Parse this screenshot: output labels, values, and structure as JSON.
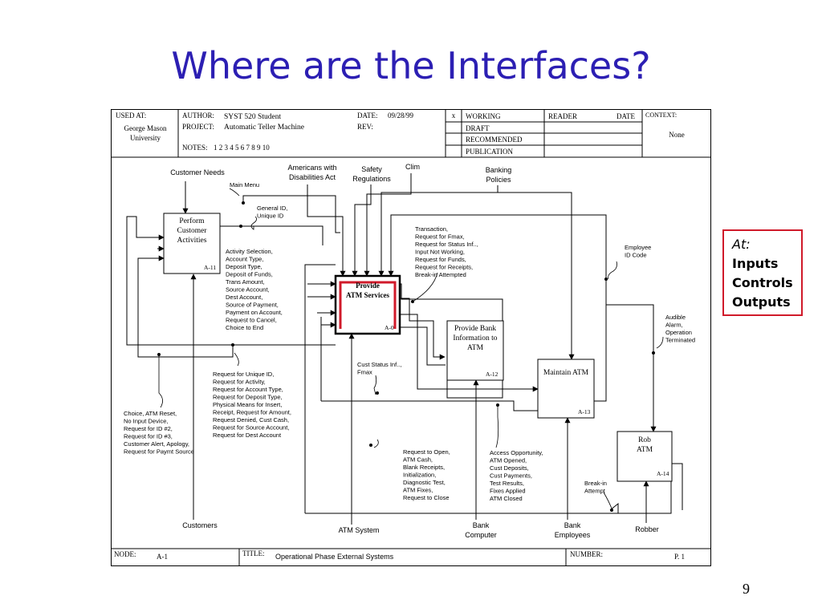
{
  "slide": {
    "title": "Where are the Interfaces?",
    "number": "9",
    "callout": {
      "heading": "At:",
      "items": [
        "Inputs",
        "Controls",
        "Outputs"
      ]
    }
  },
  "header": {
    "used_at_label": "USED AT:",
    "used_at_value": [
      "George Mason",
      "University"
    ],
    "author_label": "AUTHOR:",
    "author_value": "SYST 520 Student",
    "project_label": "PROJECT:",
    "project_value": "Automatic Teller Machine",
    "date_label": "DATE:",
    "date_value": "09/28/99",
    "rev_label": "REV:",
    "notes_label": "NOTES:",
    "notes_value": "1  2  3  4  5  6  7  8  9  10",
    "status_mark": "x",
    "statuses": [
      "WORKING",
      "DRAFT",
      "RECOMMENDED",
      "PUBLICATION"
    ],
    "reader_label": "READER",
    "reader_date_label": "DATE",
    "context_label": "CONTEXT:",
    "context_value": "None"
  },
  "footer": {
    "node_label": "NODE:",
    "node_value": "A-1",
    "title_label": "TITLE:",
    "title_value": "Operational Phase External Systems",
    "number_label": "NUMBER:",
    "number_value": "P.  1"
  },
  "activities": {
    "a11": {
      "lines": [
        "Perform",
        "Customer",
        "Activities"
      ],
      "id": "A-11"
    },
    "a0": {
      "lines": [
        "Provide",
        "ATM Services"
      ],
      "id": "A-0"
    },
    "a12": {
      "lines": [
        "Provide Bank",
        "Information to",
        "ATM"
      ],
      "id": "A-12"
    },
    "a13": {
      "lines": [
        "Maintain ATM"
      ],
      "id": "A-13"
    },
    "a14": {
      "lines": [
        "Rob",
        "ATM"
      ],
      "id": "A-14"
    }
  },
  "externals": {
    "customer_needs": "Customer Needs",
    "americans_act": [
      "Americans with",
      "Disabilities Act"
    ],
    "safety_regulations": [
      "Safety",
      "Regulations"
    ],
    "clim": "Clim",
    "banking_policies": [
      "Banking",
      "Policies"
    ],
    "customers": "Customers",
    "atm_system": "ATM System",
    "bank_computer": [
      "Bank",
      "Computer"
    ],
    "bank_employees": [
      "Bank",
      "Employees"
    ],
    "robber": "Robber"
  },
  "flows": {
    "main_menu": [
      "Main Menu"
    ],
    "general_id": [
      "General ID,",
      "Unique ID"
    ],
    "activity_selection": [
      "Activity Selection,",
      "Account Type,",
      "Deposit Type,",
      "Deposit of Funds,",
      "Trans Amount,",
      "Source Account,",
      "Dest Account,",
      "Source of Payment,",
      "Payment on Account,",
      "Request to Cancel,",
      "Choice to End"
    ],
    "transaction": [
      "Transaction,",
      "Request for Fmax,",
      "Request for Status Inf..,",
      "Input Not Working,",
      "Request for Funds,",
      "Request for Receipts,",
      "Break-in Attempted"
    ],
    "employee_id": [
      "Employee",
      "ID Code"
    ],
    "audible_alarm": [
      "Audible",
      "Alarm,",
      "Operation",
      "Terminated"
    ],
    "cust_status": [
      "Cust Status Inf..,",
      "Fmax"
    ],
    "request_unique_id": [
      "Request for Unique ID,",
      "Request for Activity,",
      "Request for Account Type,",
      "Request for Deposit Type,",
      "Physical Means for Insert,",
      "Receipt, Request for Amount,",
      "Request Denied, Cust Cash,",
      "Request for Source Account,",
      "Request for Dest Account"
    ],
    "choice_atm_reset": [
      "Choice, ATM Reset,",
      "No Input Device,",
      "Request for ID #2,",
      "Request for ID #3,",
      "Customer Alert, Apology,",
      "Request for Paymt Source"
    ],
    "request_to_open": [
      "Request to Open,",
      "ATM Cash,",
      "Blank Receipts,",
      "Initialization,",
      "Diagnostic Test,",
      "ATM Fixes,",
      "Request to Close"
    ],
    "access_opportunity": [
      "Access Opportunity,",
      "ATM Opened,",
      "Cust Deposits,",
      "Cust Payments,",
      "Test Results,",
      "Fixes Applied",
      "ATM Closed"
    ],
    "break_in": [
      "Break-in",
      "Attempt"
    ]
  },
  "colors": {
    "title": "#2c1fb3",
    "highlight": "#d01a2a",
    "line": "#000000",
    "grey_line": "#888888"
  }
}
